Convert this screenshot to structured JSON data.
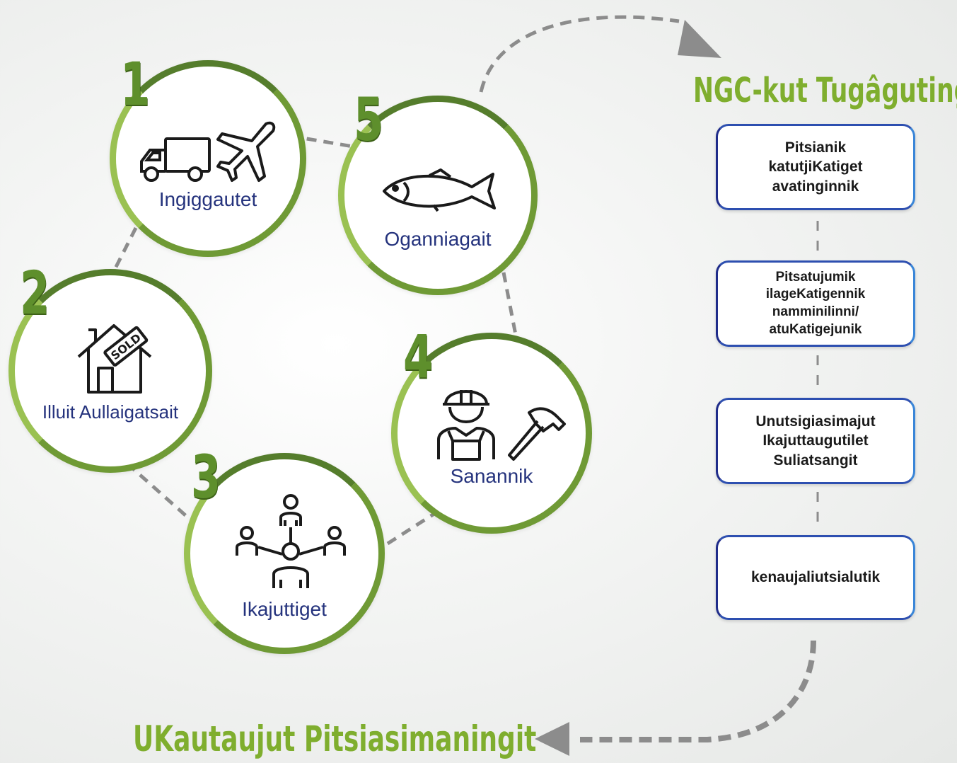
{
  "diagram": {
    "steps": [
      {
        "number": "1",
        "label": "Ingiggautet",
        "icons": [
          "truck-icon",
          "airplane-icon"
        ]
      },
      {
        "number": "2",
        "label": "Illuit Aullaigatsait",
        "icons": [
          "sold-house-icon"
        ]
      },
      {
        "number": "3",
        "label": "Ikajuttiget",
        "icons": [
          "people-network-icon"
        ]
      },
      {
        "number": "4",
        "label": "Sanannik",
        "icons": [
          "construction-worker-icon",
          "hammer-icon"
        ]
      },
      {
        "number": "5",
        "label": "Oganniagait",
        "icons": [
          "fish-icon"
        ]
      }
    ],
    "right_heading": "NGC-kut Tugâgutingit",
    "bottom_heading": "UKautaujut Pitsiasimaningit",
    "boxes": [
      {
        "text": "Pitsianik\nkatutjiKatiget\navatinginnik"
      },
      {
        "text": "Pitsatujumik\nilageKatigennik\nnamminilinni/\natuKatigejunik"
      },
      {
        "text": "Unutsigiasimajut\nIkajuttaugutilet\nSuliatsangit"
      },
      {
        "text": "kenaujaliutsialutik"
      }
    ]
  },
  "colors": {
    "green": "#6f9a35",
    "green_light": "#9ac152",
    "label_blue": "#25337d",
    "box_border": "#2d4fb0",
    "connector_gray": "#8c8c8c"
  }
}
